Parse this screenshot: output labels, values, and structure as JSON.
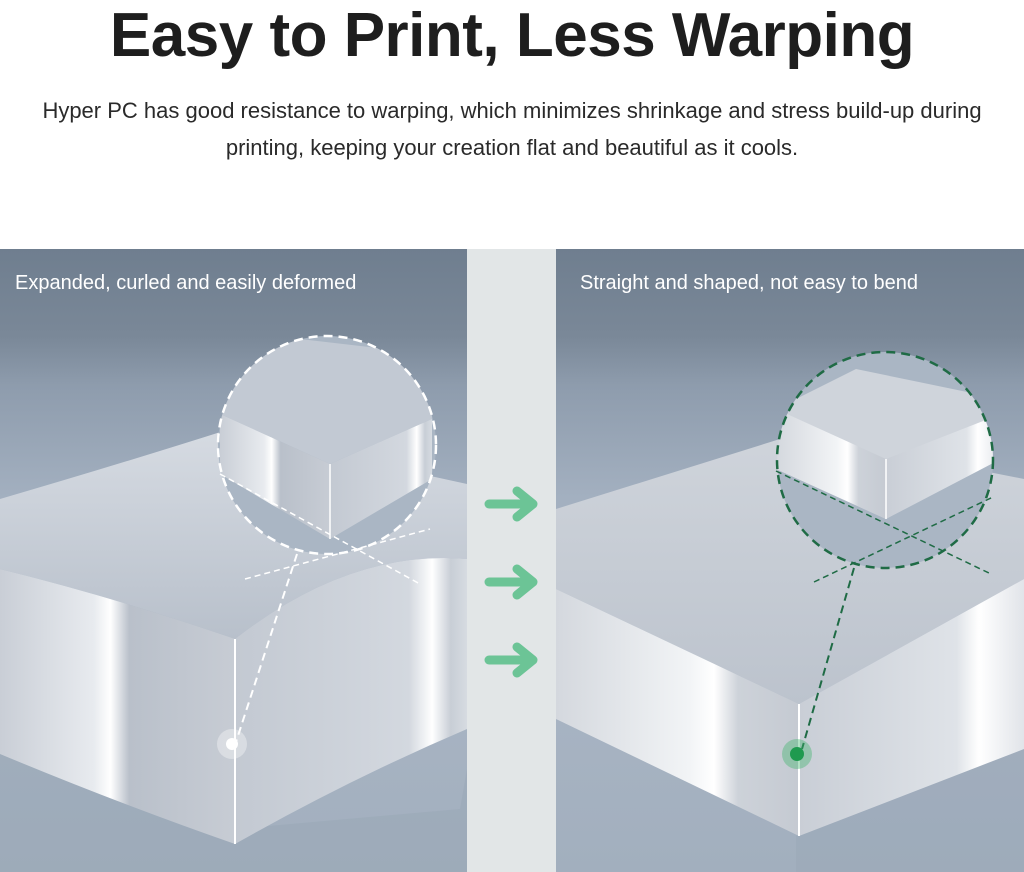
{
  "header": {
    "title": "Easy to Print, Less Warping",
    "subtitle": "Hyper PC has good resistance to warping, which minimizes shrinkage and stress build-up during printing, keeping your creation flat and beautiful as it cools."
  },
  "comparison": {
    "left": {
      "label": "Expanded, curled and easily deformed",
      "marker_color": "#ffffff",
      "callout_style": "dashed-white"
    },
    "divider": {
      "arrows": [
        "arrow-right",
        "arrow-right",
        "arrow-right"
      ],
      "arrow_color": "#6cc496",
      "background": "#e2e6e7"
    },
    "right": {
      "label": "Straight and shaped, not easy to bend",
      "marker_color": "#1f9a4f",
      "callout_style": "dashed-green",
      "callout_color": "#1f6b45"
    }
  }
}
